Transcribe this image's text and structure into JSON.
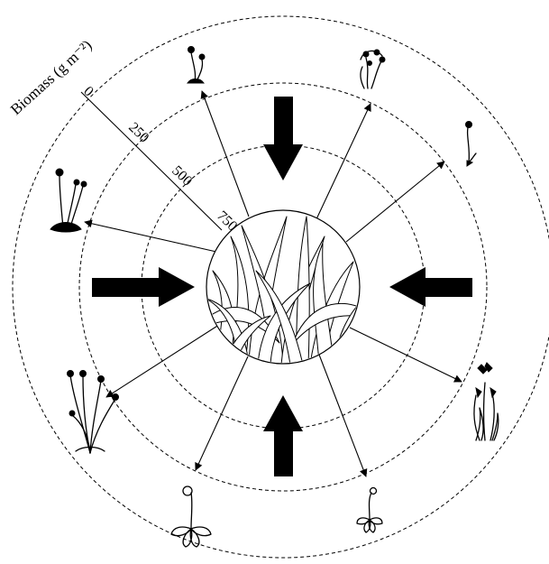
{
  "figure": {
    "axis_label": "Biomass (g m⁻²)",
    "scale_ticks": [
      "0",
      "250",
      "500",
      "750"
    ]
  },
  "legend_semantics": {
    "ring_count": 3,
    "center_icon": "dense-grass-icon",
    "pressure_arrows": [
      "top",
      "right",
      "bottom",
      "left"
    ],
    "outer_plants": [
      "tall-flower-icon",
      "drooping-flower-icon",
      "rosette-flower-icon",
      "erect-flower-icon",
      "rosette-small-flower-icon",
      "branched-flower-icon",
      "basal-rosette-flower-icon",
      "small-tuft-flower-icon"
    ]
  }
}
